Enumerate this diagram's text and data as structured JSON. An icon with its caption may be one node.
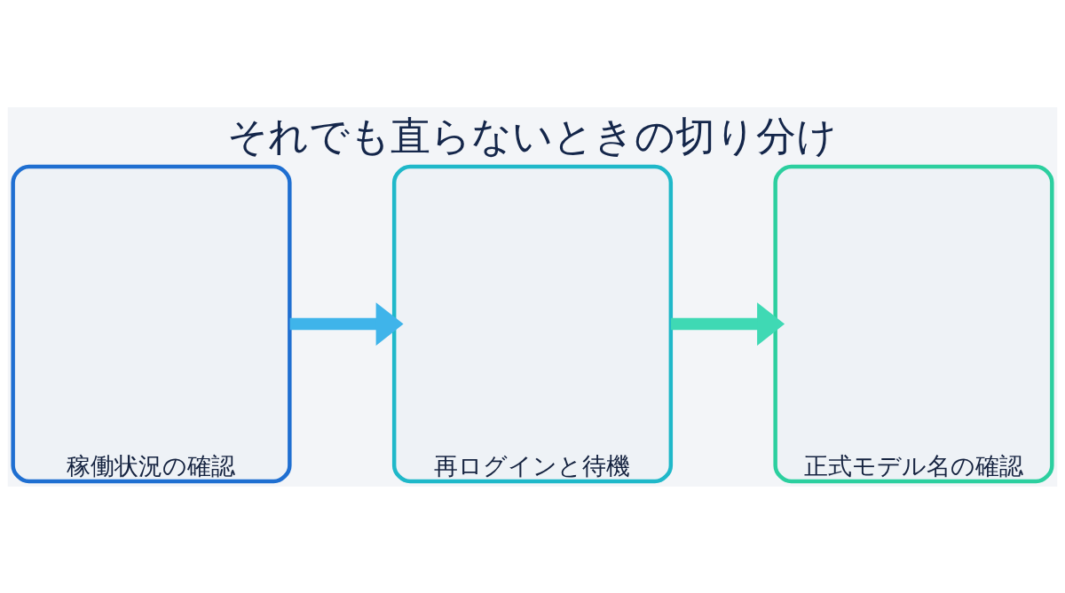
{
  "diagram": {
    "title": "それでも直らないときの切り分け",
    "nodes": [
      {
        "text": [
          "稼働状況の確認"
        ]
      },
      {
        "text": [
          "再ログインと待機"
        ]
      },
      {
        "text": [
          "正式モデル名の確認"
        ]
      }
    ],
    "edges": [
      {
        "from": 0,
        "to": 1,
        "arrow": "to"
      },
      {
        "from": 1,
        "to": 2,
        "arrow": "to"
      }
    ]
  }
}
